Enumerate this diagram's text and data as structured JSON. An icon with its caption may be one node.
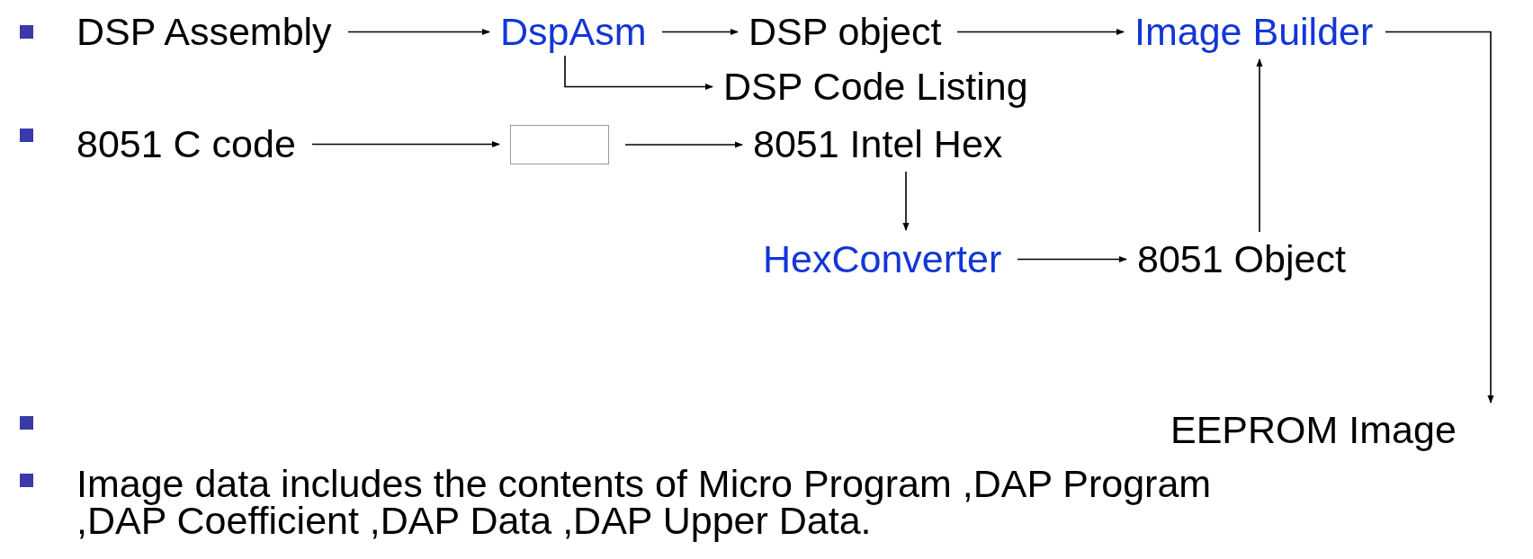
{
  "diagram": {
    "nodes": [
      {
        "text": [
          "DSP Assembly"
        ]
      },
      {
        "text": [
          "DspAsm"
        ]
      },
      {
        "text": [
          "DSP object"
        ]
      },
      {
        "text": [
          "Image Builder"
        ]
      },
      {
        "text": [
          "DSP Code Listing"
        ]
      },
      {
        "text": [
          "8051 C code"
        ]
      },
      {
        "text": [],
        "shape": "box"
      },
      {
        "text": [
          "8051 Intel Hex"
        ]
      },
      {
        "text": [
          "HexConverter"
        ]
      },
      {
        "text": [
          "8051 Object"
        ]
      },
      {
        "text": [
          "EEPROM Image"
        ]
      }
    ],
    "edges": [
      {
        "from": 0,
        "to": 1,
        "arrow": "to"
      },
      {
        "from": 1,
        "to": 2,
        "arrow": "to"
      },
      {
        "from": 1,
        "to": 4,
        "arrow": "to"
      },
      {
        "from": 2,
        "to": 3,
        "arrow": "to"
      },
      {
        "from": 5,
        "to": 6,
        "arrow": "to"
      },
      {
        "from": 6,
        "to": 7,
        "arrow": "to"
      },
      {
        "from": 7,
        "to": 8,
        "arrow": "to"
      },
      {
        "from": 8,
        "to": 9,
        "arrow": "to"
      },
      {
        "from": 9,
        "to": 3,
        "arrow": "to"
      },
      {
        "from": 3,
        "to": 10,
        "arrow": "to"
      }
    ],
    "labels": [
      "Image data includes the contents of Micro Program ,DAP Program ,DAP Coefficient ,DAP Data ,DAP Upper Data."
    ]
  }
}
